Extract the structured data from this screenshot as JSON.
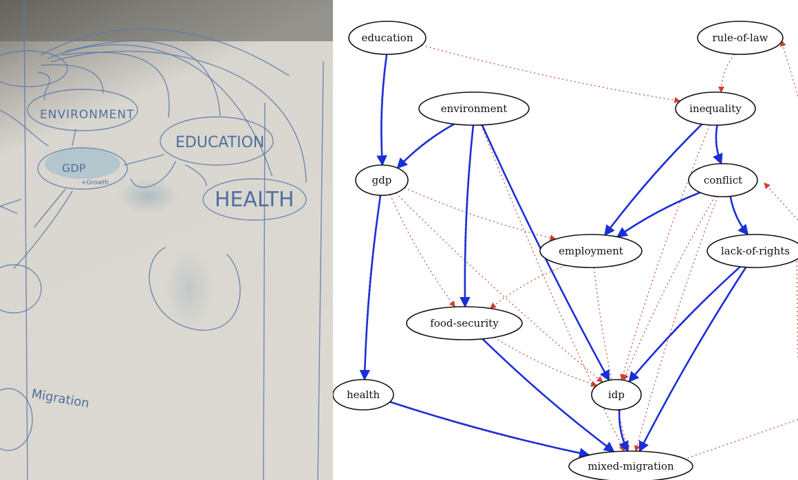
{
  "whiteboard": {
    "labels": [
      "EDUCATION",
      "HEALTH",
      "ENVIRONMENT",
      "GDP",
      "+Growth",
      "Migration"
    ]
  },
  "graph": {
    "colors": {
      "causal_edge": "#1a2ed8",
      "correlation_edge": "#c8503a",
      "node_stroke": "#111111"
    },
    "nodes": [
      {
        "id": "education",
        "label": "education"
      },
      {
        "id": "rule-of-law",
        "label": "rule-of-law"
      },
      {
        "id": "environment",
        "label": "environment"
      },
      {
        "id": "inequality",
        "label": "inequality"
      },
      {
        "id": "gdp",
        "label": "gdp"
      },
      {
        "id": "conflict",
        "label": "conflict"
      },
      {
        "id": "employment",
        "label": "employment"
      },
      {
        "id": "lack-of-rights",
        "label": "lack-of-rights"
      },
      {
        "id": "food-security",
        "label": "food-security"
      },
      {
        "id": "health",
        "label": "health"
      },
      {
        "id": "idp",
        "label": "idp"
      },
      {
        "id": "mixed-migration",
        "label": "mixed-migration"
      }
    ],
    "edges_solid": [
      [
        "education",
        "gdp"
      ],
      [
        "environment",
        "gdp"
      ],
      [
        "environment",
        "food-security"
      ],
      [
        "environment",
        "idp"
      ],
      [
        "gdp",
        "health"
      ],
      [
        "health",
        "mixed-migration"
      ],
      [
        "food-security",
        "mixed-migration"
      ],
      [
        "idp",
        "mixed-migration"
      ],
      [
        "inequality",
        "conflict"
      ],
      [
        "inequality",
        "employment"
      ],
      [
        "conflict",
        "employment"
      ],
      [
        "conflict",
        "lack-of-rights"
      ],
      [
        "lack-of-rights",
        "idp"
      ],
      [
        "lack-of-rights",
        "mixed-migration"
      ]
    ],
    "edges_dotted": [
      [
        "education",
        "inequality"
      ],
      [
        "education",
        "gdp"
      ],
      [
        "rule-of-law",
        "inequality"
      ],
      [
        "environment",
        "gdp"
      ],
      [
        "environment",
        "food-security"
      ],
      [
        "environment",
        "mixed-migration"
      ],
      [
        "gdp",
        "employment"
      ],
      [
        "gdp",
        "food-security"
      ],
      [
        "gdp",
        "idp"
      ],
      [
        "gdp",
        "health"
      ],
      [
        "inequality",
        "conflict"
      ],
      [
        "inequality",
        "employment"
      ],
      [
        "inequality",
        "idp"
      ],
      [
        "conflict",
        "idp"
      ],
      [
        "conflict",
        "mixed-migration"
      ],
      [
        "employment",
        "food-security"
      ],
      [
        "employment",
        "mixed-migration"
      ],
      [
        "lack-of-rights",
        "idp"
      ],
      [
        "food-security",
        "idp"
      ],
      [
        "health",
        "mixed-migration"
      ]
    ]
  }
}
